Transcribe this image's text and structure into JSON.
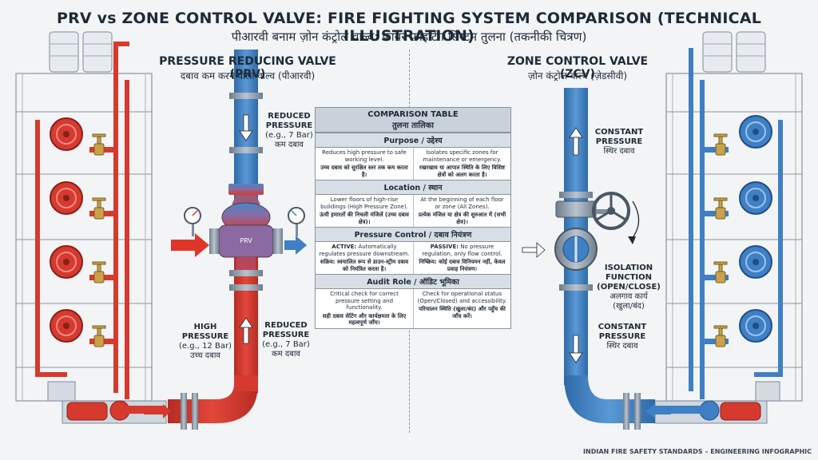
{
  "header": {
    "title": "PRV vs ZONE CONTROL VALVE: FIRE FIGHTING SYSTEM COMPARISON (TECHNICAL ILLUSTRATION)",
    "subtitle": "पीआरवी बनाम ज़ोन कंट्रोल वाल्व: फायर फाइटिंग सिस्टम तुलना (तकनीकी चित्रण)"
  },
  "prv": {
    "title": "PRESSURE REDUCING VALVE (PRV)",
    "subtitle": "दबाव कम करने वाला वाल्व (पीआरवी)",
    "body_text": "PRV",
    "label_reduced_top": {
      "line1": "REDUCED",
      "line2": "PRESSURE",
      "line3": "(e.g., 7 Bar)",
      "hindi": "कम दबाव"
    },
    "label_reduced_bottom": {
      "line1": "REDUCED",
      "line2": "PRESSURE",
      "line3": "(e.g., 7 Bar)",
      "hindi": "कम दबाव"
    },
    "label_high": {
      "line1": "HIGH PRESSURE",
      "line2": "(e.g., 12 Bar)",
      "hindi": "उच्च दबाव"
    }
  },
  "zcv": {
    "title": "ZONE CONTROL VALVE (ZCV)",
    "subtitle": "ज़ोन कंट्रोल वाल्व (ज़ेडसीवी)",
    "label_constant_top": {
      "line1": "CONSTANT",
      "line2": "PRESSURE",
      "hindi": "स्थिर दबाव"
    },
    "label_isolation": {
      "line1": "ISOLATION FUNCTION",
      "line2": "(OPEN/CLOSE)",
      "hindi1": "अलगाव कार्य",
      "hindi2": "(खुला/बंद)"
    },
    "label_constant_bottom": {
      "line1": "CONSTANT",
      "line2": "PRESSURE",
      "hindi": "स्थिर दबाव"
    }
  },
  "table": {
    "title": "COMPARISON TABLE",
    "title_hi": "तुलना तालिका",
    "sections": [
      {
        "heading": "Purpose / उद्देश्य",
        "left": {
          "en": "Reduces high pressure to safe working level.",
          "hi": "उच्च दबाव को सुरक्षित स्तर तक कम करता है।"
        },
        "right": {
          "en": "Isolates specific zones for maintenance or emergency.",
          "hi": "रखरखाव या आपात स्थिति के लिए विशिष्ट क्षेत्रों को अलग करता है।"
        }
      },
      {
        "heading": "Location / स्थान",
        "left": {
          "en": "Lower floors of high-rise buildings (High Pressure Zone).",
          "hi": "ऊंची इमारतों की निचली मंजिलें (उच्च दबाव क्षेत्र)।"
        },
        "right": {
          "en": "At the beginning of each floor or zone (All Zones).",
          "hi": "प्रत्येक मंजिल या क्षेत्र की शुरुआत में (सभी क्षेत्र)।"
        }
      },
      {
        "heading": "Pressure Control / दबाव नियंत्रण",
        "left": {
          "lead": "ACTIVE:",
          "en": "Automatically regulates pressure downstream.",
          "hi": "सक्रिय: स्वचालित रूप से डाउन-स्ट्रीम दबाव को नियंत्रित करता है।"
        },
        "right": {
          "lead": "PASSIVE:",
          "en": "No pressure regulation, only flow control.",
          "hi": "निष्क्रिय: कोई दबाव विनियमन नहीं, केवल प्रवाह नियंत्रण।"
        }
      },
      {
        "heading": "Audit Role / ऑडिट भूमिका",
        "left": {
          "en": "Critical check for correct pressure setting and functionality.",
          "hi": "सही दबाव सेटिंग और कार्यक्षमता के लिए महत्वपूर्ण जाँच।"
        },
        "right": {
          "en": "Check for operational status (Open/Closed) and accessibility.",
          "hi": "परिचालन स्थिति (खुला/बंद) और पहुँच की जाँच करें।"
        }
      }
    ]
  },
  "footer": "INDIAN FIRE SAFETY STANDARDS – ENGINEERING INFOGRAPHIC",
  "colors": {
    "red": "#d63a2f",
    "blue": "#3f7fc4",
    "steel": "#7e8d9c",
    "ink": "#1f2a36"
  }
}
